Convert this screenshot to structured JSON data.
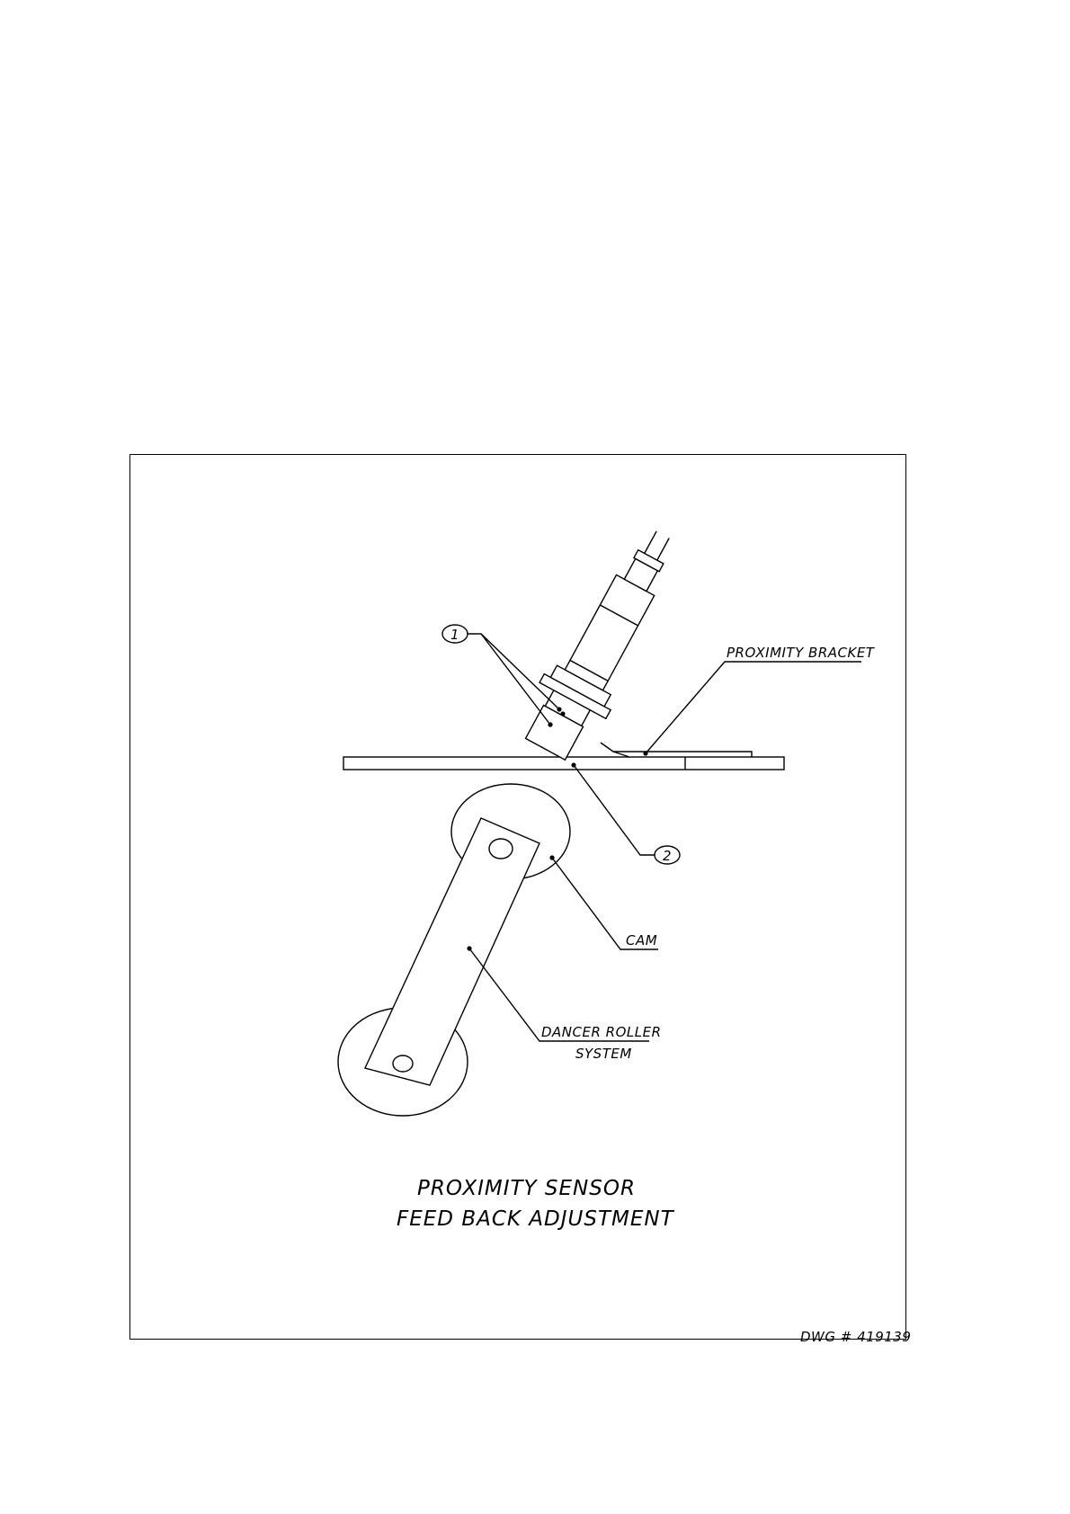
{
  "labels": {
    "proximity_bracket": "PROXIMITY BRACKET",
    "cam": "CAM",
    "dancer_roller_line1": "DANCER ROLLER",
    "dancer_roller_line2": "SYSTEM"
  },
  "callouts": {
    "item1": "1",
    "item2": "2"
  },
  "title": {
    "line1": "PROXIMITY SENSOR",
    "line2": "FEED BACK ADJUSTMENT"
  },
  "drawing_number": "DWG # 419139"
}
